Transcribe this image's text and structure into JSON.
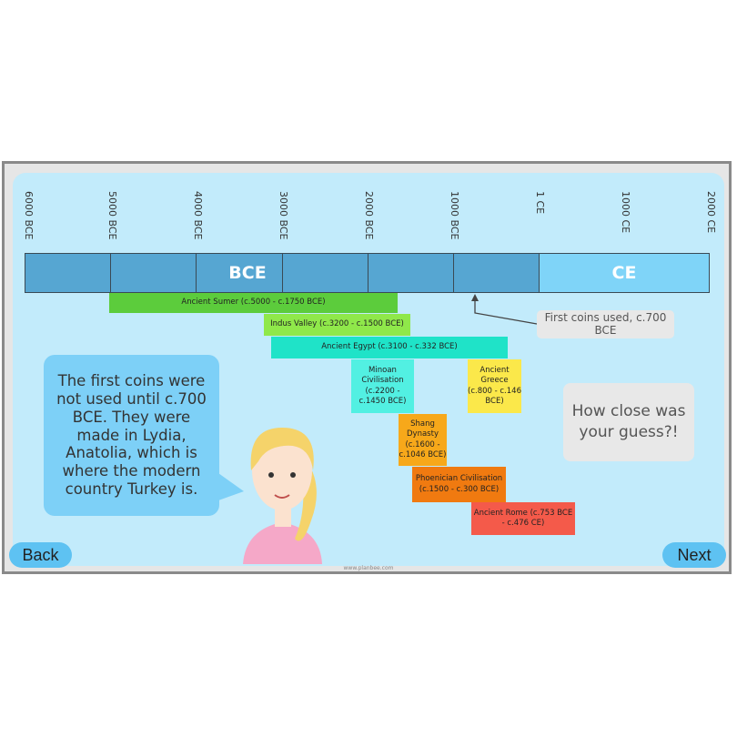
{
  "timeline": {
    "ticks": [
      "6000 BCE",
      "5000 BCE",
      "4000 BCE",
      "3000 BCE",
      "2000 BCE",
      "1000 BCE",
      "1 CE",
      "1000 CE",
      "2000 CE"
    ],
    "bce_label": "BCE",
    "ce_label": "CE",
    "colors": {
      "bce": "#56a6d2",
      "ce": "#7fd4f8"
    }
  },
  "civilisations": [
    {
      "label": "Ancient Sumer (c.5000 - c.1750 BCE)",
      "color": "#5ccc3c"
    },
    {
      "label": "Indus Valley (c.3200 - c.1500 BCE)",
      "color": "#8fe84a"
    },
    {
      "label": "Ancient Egypt (c.3100 - c.332 BCE)",
      "color": "#1fe3c8"
    },
    {
      "label": "Minoan Civilisation (c.2200 - c.1450 BCE)",
      "color": "#52f0e2"
    },
    {
      "label": "Ancient Greece (c.800 - c.146 BCE)",
      "color": "#fbe84a"
    },
    {
      "label": "Shang Dynasty (c.1600 - c.1046 BCE)",
      "color": "#f7a81a"
    },
    {
      "label": "Phoenician Civilisation (c.1500 - c.300 BCE)",
      "color": "#f07a10"
    },
    {
      "label": "Ancient Rome (c.753 BCE - c.476 CE)",
      "color": "#f45a4a"
    }
  ],
  "annotation": "First coins used, c.700 BCE",
  "speech": "The first coins were not used until c.700 BCE. They were made in Lydia, Anatolia, which is where the modern country Turkey is.",
  "question": "How close was your guess?!",
  "nav": {
    "back": "Back",
    "next": "Next"
  },
  "footer": "www.planbee.com"
}
